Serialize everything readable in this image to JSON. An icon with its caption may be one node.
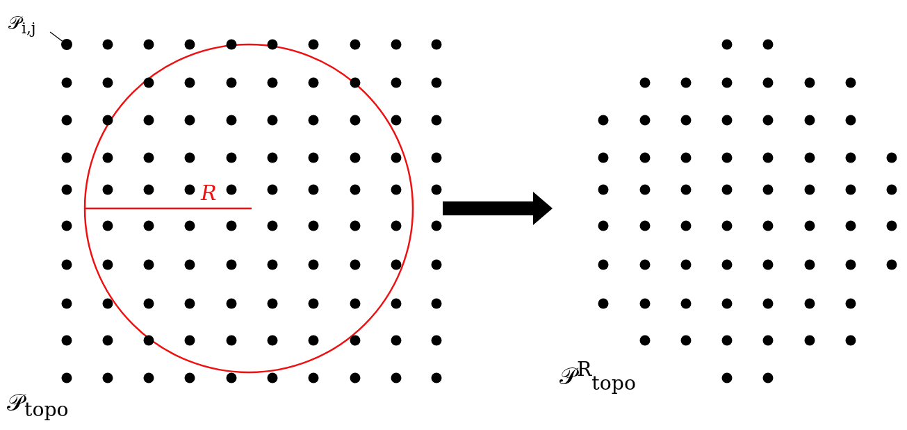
{
  "diagram": {
    "nodes": [
      {
        "text": [
          "𝒫$_{topo}$"
        ]
      },
      {
        "text": [
          "𝒫$_{i,j}$"
        ]
      },
      {
        "text": [],
        "shape": "circle",
        "in": 0
      },
      {
        "text": [
          "𝒫$^{R}$$_{topo}$"
        ]
      }
    ],
    "edges": [
      {
        "from": 1,
        "to": 2,
        "arrow": "none"
      },
      {
        "from": 0,
        "to": 3,
        "arrow": "to",
        "style": "thick"
      }
    ],
    "labels": [
      "R"
    ]
  }
}
